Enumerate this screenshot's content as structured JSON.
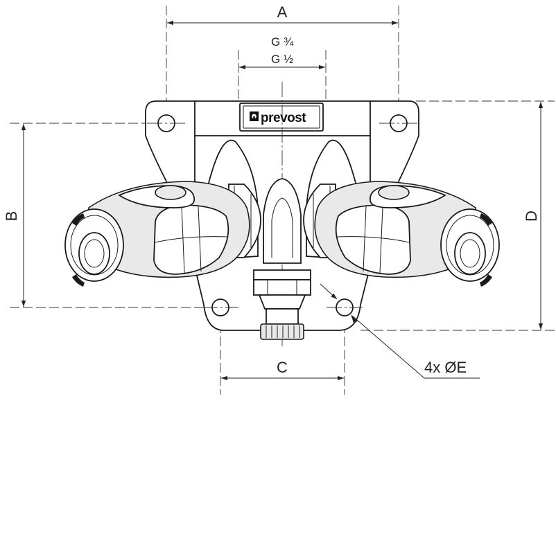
{
  "drawing": {
    "brand": "prevost",
    "dimensions": {
      "a": "A",
      "b": "B",
      "c": "C",
      "d": "D",
      "thread_outer": "G ¾",
      "thread_inner": "G ½",
      "holes": "4x ØE"
    },
    "colors": {
      "line": "#1a1a1a",
      "background": "#ffffff"
    }
  }
}
